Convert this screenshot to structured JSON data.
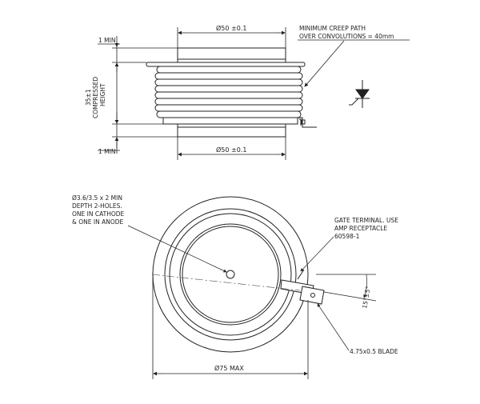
{
  "top_view": {
    "dim_top_1min": "1 MIN",
    "dim_bottom_1min": "1 MIN",
    "height_value": "35±1",
    "height_label_1": "COMPRESSED",
    "height_label_2": "HEIGHT",
    "diameter_top": "Ø50 ±0.1",
    "diameter_bottom": "Ø50 ±0.1",
    "creep_line_1": "MINIMUM CREEP PATH",
    "creep_line_2": "OVER CONVOLUTIONS = 40mm"
  },
  "bottom_view": {
    "holes_line_1": "Ø3.6/3.5 x 2 MIN",
    "holes_line_2": "DEPTH 2-HOLES.",
    "holes_line_3": "ONE IN CATHODE",
    "holes_line_4": "& ONE IN ANODE",
    "gate_line_1": "GATE TERMINAL. USE",
    "gate_line_2": "AMP RECEPTACLE",
    "gate_line_3": "60598-1",
    "angle": "15°±5°",
    "blade": "4.75x0.5  BLADE",
    "outer_diameter": "Ø75 MAX"
  }
}
